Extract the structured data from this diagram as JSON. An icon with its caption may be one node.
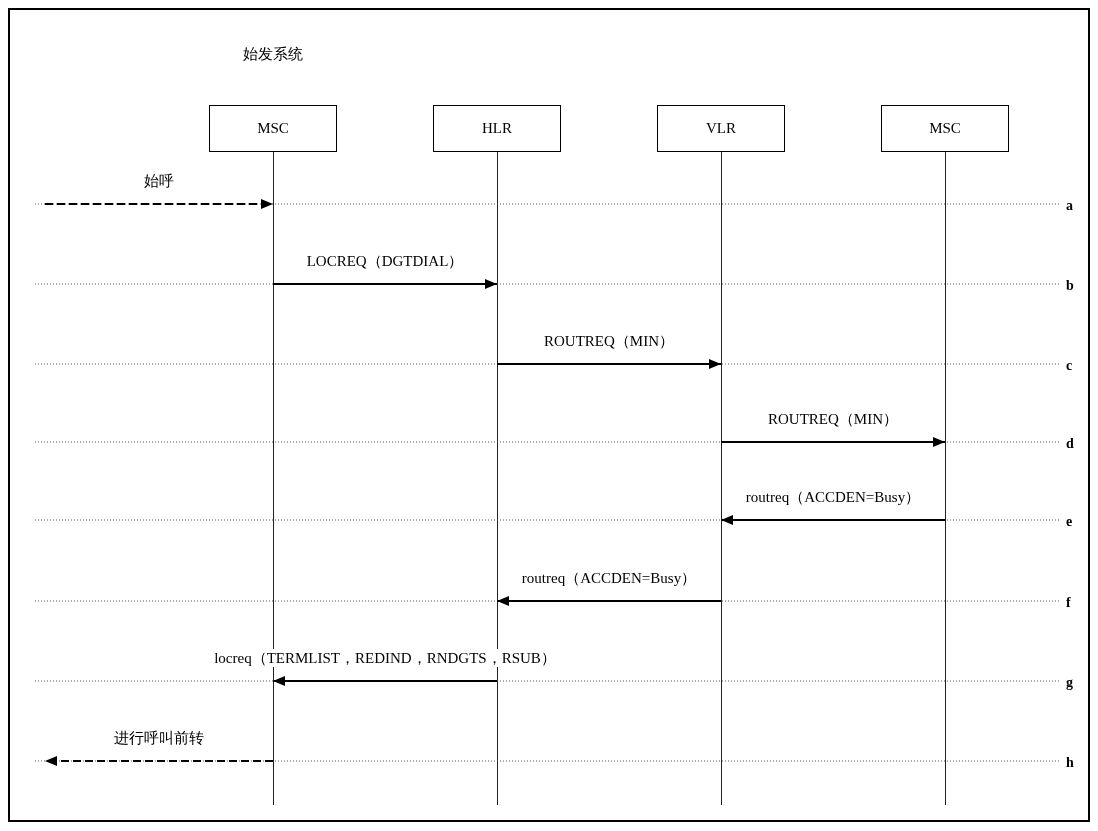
{
  "diagram": {
    "nodes": [
      {
        "text": [
          "MSC"
        ],
        "beside": [
          "始发系统"
        ]
      },
      {
        "text": [
          "HLR"
        ]
      },
      {
        "text": [
          "VLR"
        ]
      },
      {
        "text": [
          "MSC"
        ]
      }
    ],
    "edges": [
      {
        "from": null,
        "to": 0,
        "arrow": "to",
        "label": "始呼",
        "style": "dashed"
      },
      {
        "from": 0,
        "to": 1,
        "arrow": "to",
        "label": "LOCREQ（DGTDIAL）"
      },
      {
        "from": 1,
        "to": 2,
        "arrow": "to",
        "label": "ROUTREQ（MIN）"
      },
      {
        "from": 2,
        "to": 3,
        "arrow": "to",
        "label": "ROUTREQ（MIN）"
      },
      {
        "from": 3,
        "to": 2,
        "arrow": "to",
        "label": "routreq（ACCDEN=Busy）"
      },
      {
        "from": 2,
        "to": 1,
        "arrow": "to",
        "label": "routreq（ACCDEN=Busy）"
      },
      {
        "from": 1,
        "to": 0,
        "arrow": "to",
        "label": "locreq（TERMLIST，REDIND，RNDGTS，RSUB）"
      },
      {
        "from": 0,
        "to": null,
        "arrow": "to",
        "label": "进行呼叫前转",
        "style": "dashed"
      }
    ],
    "labels": [
      "a",
      "b",
      "c",
      "d",
      "e",
      "f",
      "g",
      "h"
    ]
  }
}
